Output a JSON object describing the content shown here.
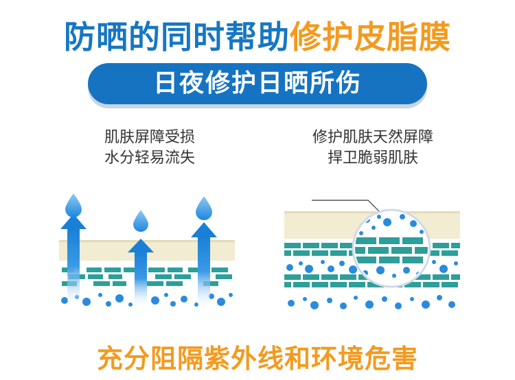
{
  "headline": {
    "part1": "防晒的同时帮助",
    "part2": "修护皮脂膜"
  },
  "banner": {
    "text": "日夜修护日晒所伤"
  },
  "left_panel": {
    "caption_line1": "肌肤屏障受损",
    "caption_line2": "水分轻易流失"
  },
  "right_panel": {
    "caption_line1": "修护肌肤天然屏障",
    "caption_line2": "捍卫脆弱肌肤"
  },
  "bottom_text": "充分阻隔紫外线和环境危害",
  "colors": {
    "blue": "#1676c4",
    "orange": "#f39a1e",
    "banner": "#1573c2",
    "brick": "#2e9e9a",
    "droplet": "#2a8bdc",
    "skin_layer": "#f1ecd2"
  },
  "icons": [
    "water-droplet-icon",
    "up-arrow-icon",
    "magnifier-circle-icon"
  ]
}
